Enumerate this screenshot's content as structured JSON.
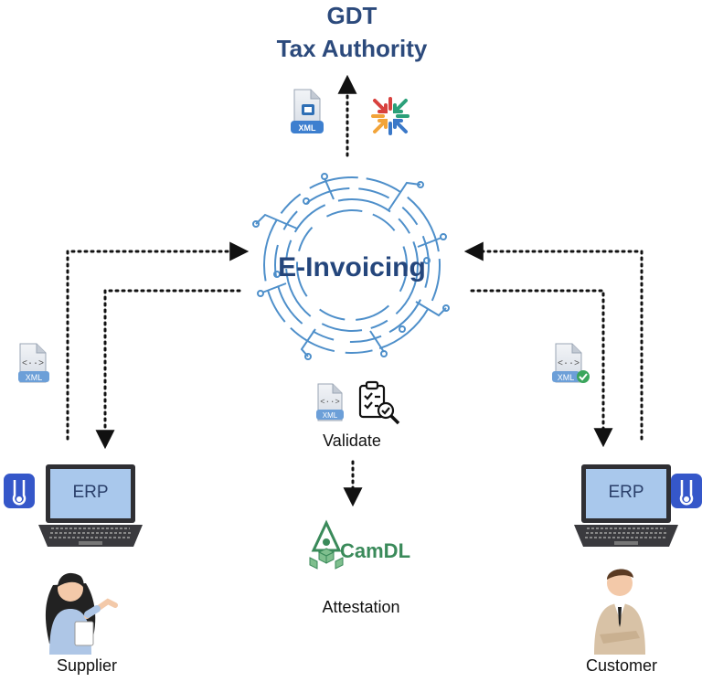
{
  "authority": {
    "line1": "GDT",
    "line2": "Tax Authority"
  },
  "hub": {
    "label": "E-Invoicing"
  },
  "validate": {
    "label": "Validate",
    "file_label": "XML"
  },
  "attestation": {
    "brand": "CamDL",
    "label": "Attestation"
  },
  "supplier": {
    "label": "Supplier",
    "screen": "ERP",
    "file_label": "XML"
  },
  "customer": {
    "label": "Customer",
    "screen": "ERP",
    "file_label": "XML"
  },
  "authority_file_label": "XML",
  "colors": {
    "navy": "#2c4a7c",
    "circuit": "#4e8fca",
    "screen": "#a9c8ec",
    "camdl": "#3a8a5a",
    "badge": "#3557c9"
  }
}
